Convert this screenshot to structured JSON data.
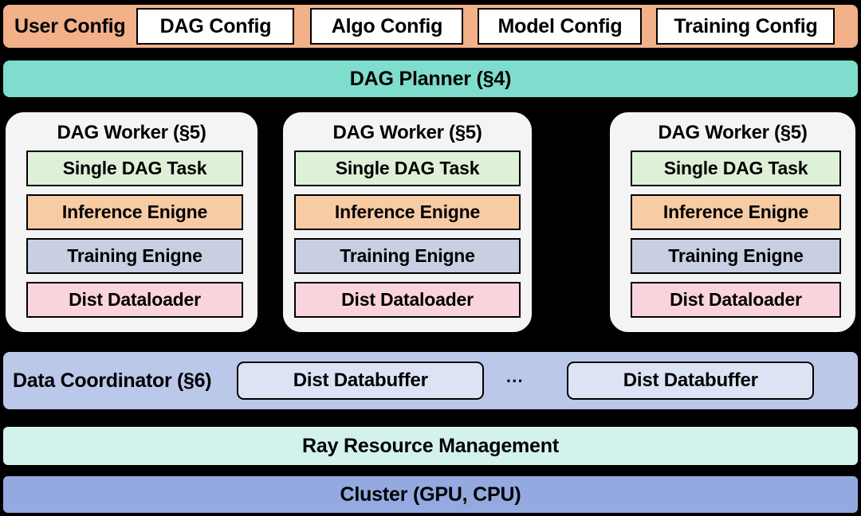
{
  "user_config": {
    "label": "User Config",
    "chips": [
      {
        "label": "DAG Config"
      },
      {
        "label": "Algo Config"
      },
      {
        "label": "Model Config"
      },
      {
        "label": "Training Config"
      }
    ]
  },
  "dag_planner": {
    "label": "DAG  Planner  (§4)"
  },
  "workers": [
    {
      "title": "DAG Worker  (§5)",
      "items": [
        {
          "label": "Single DAG Task"
        },
        {
          "label": "Inference Enigne"
        },
        {
          "label": "Training Enigne"
        },
        {
          "label": "Dist Dataloader"
        }
      ]
    },
    {
      "title": "DAG Worker  (§5)",
      "items": [
        {
          "label": "Single DAG Task"
        },
        {
          "label": "Inference Enigne"
        },
        {
          "label": "Training Enigne"
        },
        {
          "label": "Dist Dataloader"
        }
      ]
    },
    {
      "title": "DAG Worker  (§5)",
      "items": [
        {
          "label": "Single DAG Task"
        },
        {
          "label": "Inference Enigne"
        },
        {
          "label": "Training Enigne"
        },
        {
          "label": "Dist Dataloader"
        }
      ]
    }
  ],
  "data_coordinator": {
    "label": "Data Coordinator  (§6)",
    "buffers": [
      {
        "label": "Dist Databuffer"
      },
      {
        "label": "Dist Databuffer"
      }
    ],
    "ellipsis": "⋯"
  },
  "ray_resource": {
    "label": "Ray Resource Management"
  },
  "cluster": {
    "label": "Cluster (GPU, CPU)"
  },
  "colors": {
    "background": "#000000",
    "user_config_bar": "#F2B189",
    "dag_planner_bar": "#7FDDCE",
    "worker_bg": "#F4F4F4",
    "single_dag_task": "#DFF0D8",
    "inference_engine": "#F7CBA4",
    "training_engine": "#C9CFE2",
    "dist_dataloader": "#FAD4DD",
    "data_coordinator_bar": "#BCC8EA",
    "dist_databuffer": "#DCE3F4",
    "ray_resource_bar": "#D4F2EC",
    "cluster_bar": "#93A9E0"
  }
}
